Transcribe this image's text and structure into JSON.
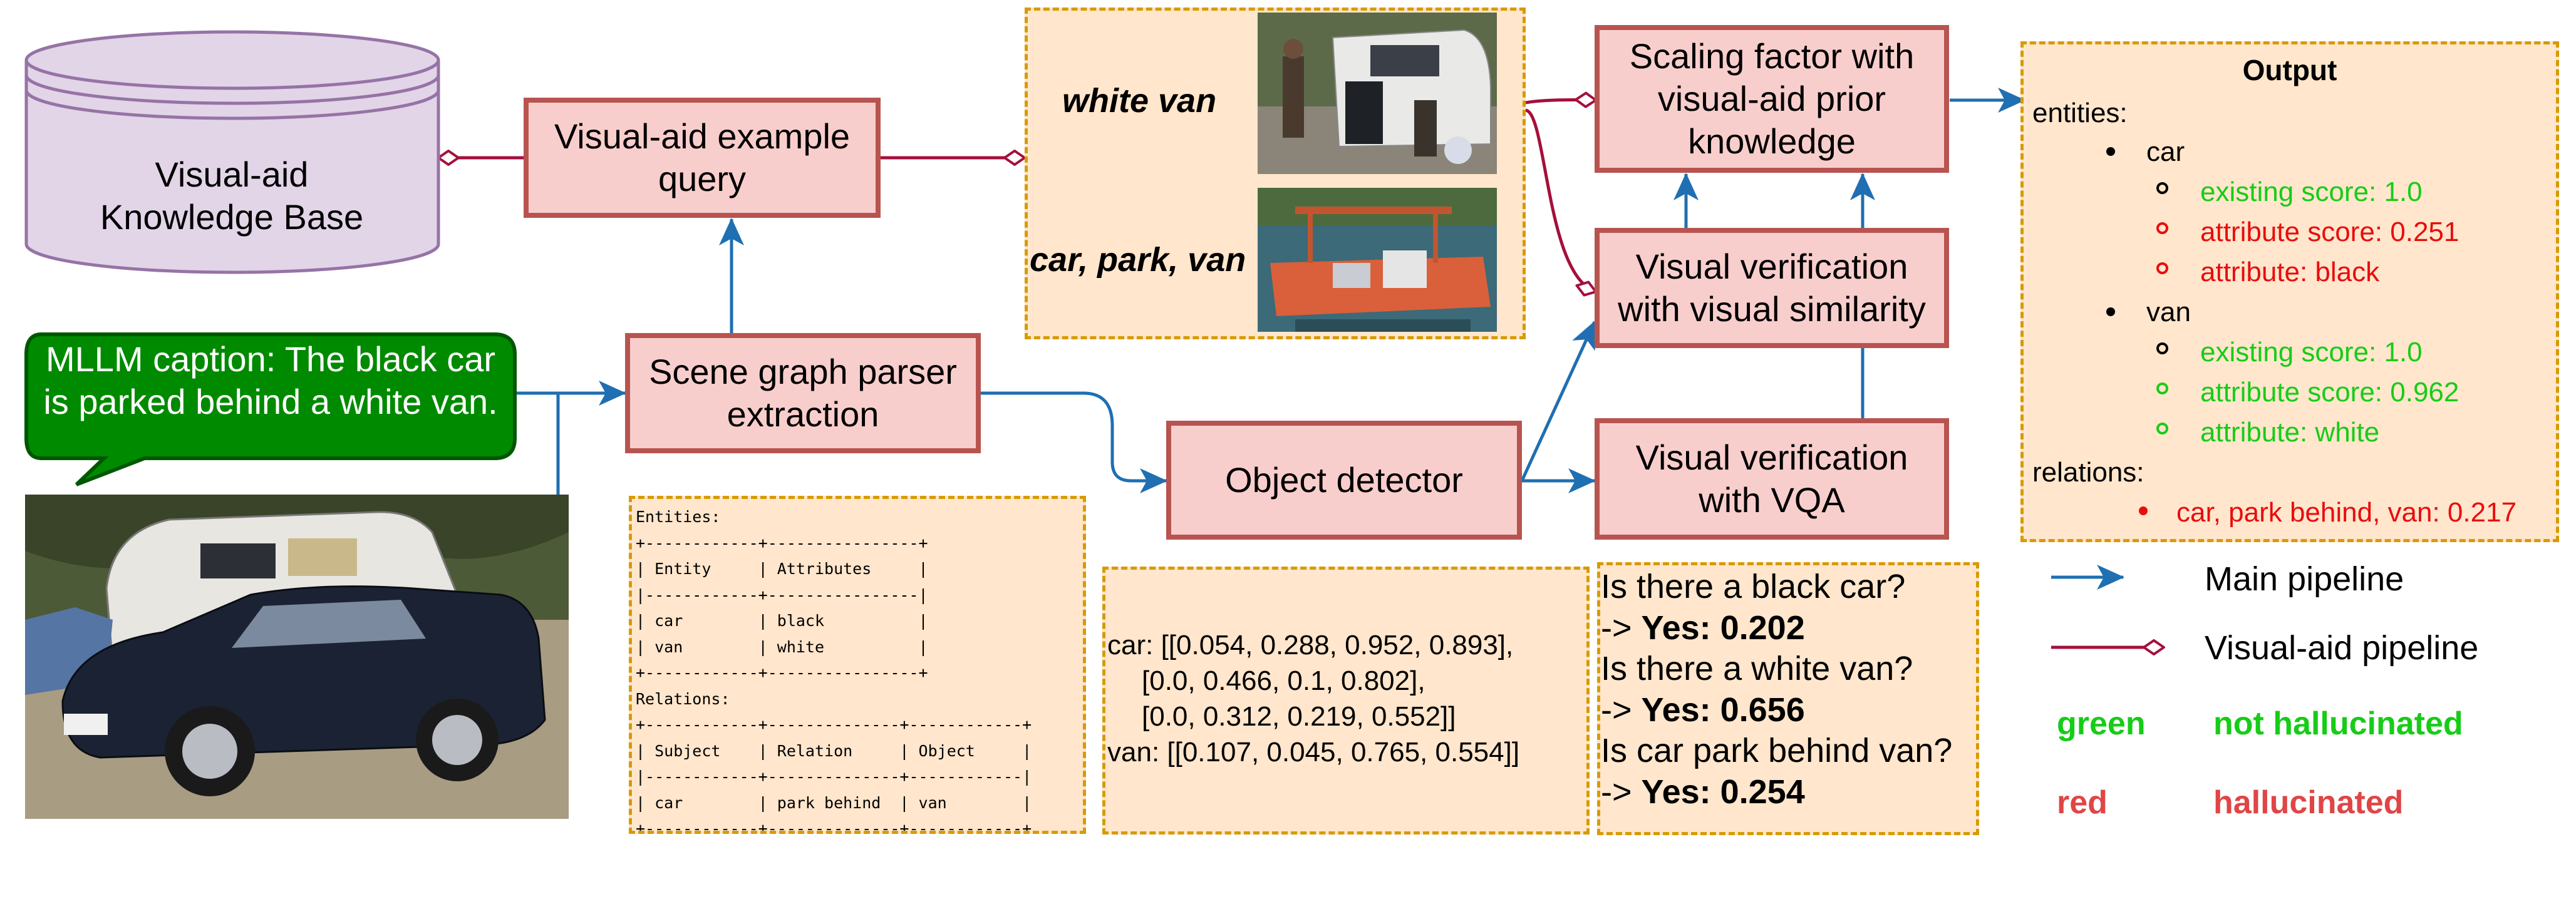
{
  "knowledge_base": {
    "line1": "Visual-aid",
    "line2": "Knowledge Base"
  },
  "caption_bubble": {
    "line1": "MLLM caption: The black car",
    "line2": "is parked behind a white van."
  },
  "boxes": {
    "visual_aid_query": [
      "Visual-aid example",
      "query"
    ],
    "scene_graph": [
      "Scene graph parser",
      "extraction"
    ],
    "object_detector": [
      "Object detector"
    ],
    "scaling_factor": [
      "Scaling factor with",
      "visual-aid prior",
      "knowledge"
    ],
    "verif_similarity": [
      "Visual verification",
      "with visual similarity"
    ],
    "verif_vqa": [
      "Visual verification",
      "with VQA"
    ]
  },
  "example_images": {
    "label_top": "white van",
    "label_bottom": "car, park, van"
  },
  "scene_graph_table": {
    "entities_title": "Entities:",
    "entity_header": [
      "Entity",
      "Attributes"
    ],
    "entity_rows": [
      [
        "car",
        "black"
      ],
      [
        "van",
        "white"
      ]
    ],
    "relations_title": "Relations:",
    "relation_header": [
      "Subject",
      "Relation",
      "Object"
    ],
    "relation_rows": [
      [
        "car",
        "park behind",
        "van"
      ]
    ]
  },
  "detections": {
    "lines": [
      "car: [[0.054, 0.288, 0.952, 0.893],",
      "[0.0, 0.466, 0.1, 0.802],",
      "[0.0, 0.312, 0.219, 0.552]]",
      "van: [[0.107, 0.045, 0.765, 0.554]]"
    ]
  },
  "vqa": [
    {
      "question": "Is there a black car?",
      "prefix": "-> ",
      "answer": "Yes: 0.202"
    },
    {
      "question": "Is there a white van?",
      "prefix": "-> ",
      "answer": "Yes: 0.656"
    },
    {
      "question": "Is car park behind van?",
      "prefix": "-> ",
      "answer": "Yes: 0.254"
    }
  ],
  "output": {
    "title": "Output",
    "entities_label": "entities:",
    "car": {
      "name": "car",
      "existing": "existing score: 1.0",
      "attr_score": "attribute score: 0.251",
      "attr": "attribute: black"
    },
    "van": {
      "name": "van",
      "existing": "existing score: 1.0",
      "attr_score": "attribute score: 0.962",
      "attr": "attribute: white"
    },
    "relations_label": "relations:",
    "relation": "car, park behind, van: 0.217"
  },
  "legend": {
    "main": "Main pipeline",
    "visual_aid": "Visual-aid pipeline",
    "green_word": "green",
    "green_meaning": "not hallucinated",
    "red_word": "red",
    "red_meaning": "hallucinated"
  },
  "colors": {
    "box_fill": "#f8cecc",
    "box_border": "#b85450",
    "note_fill": "#ffe6cc",
    "note_border": "#d79b00",
    "kb_fill": "#e1d5e7",
    "kb_border": "#9673a6",
    "bubble_fill": "#008a00",
    "bubble_border": "#005700",
    "main_arrow": "#1f6fb2",
    "visual_aid_arrow": "#a50f3c",
    "not_hallucinated": "#17cc17",
    "hallucinated": "#e80d0d"
  }
}
